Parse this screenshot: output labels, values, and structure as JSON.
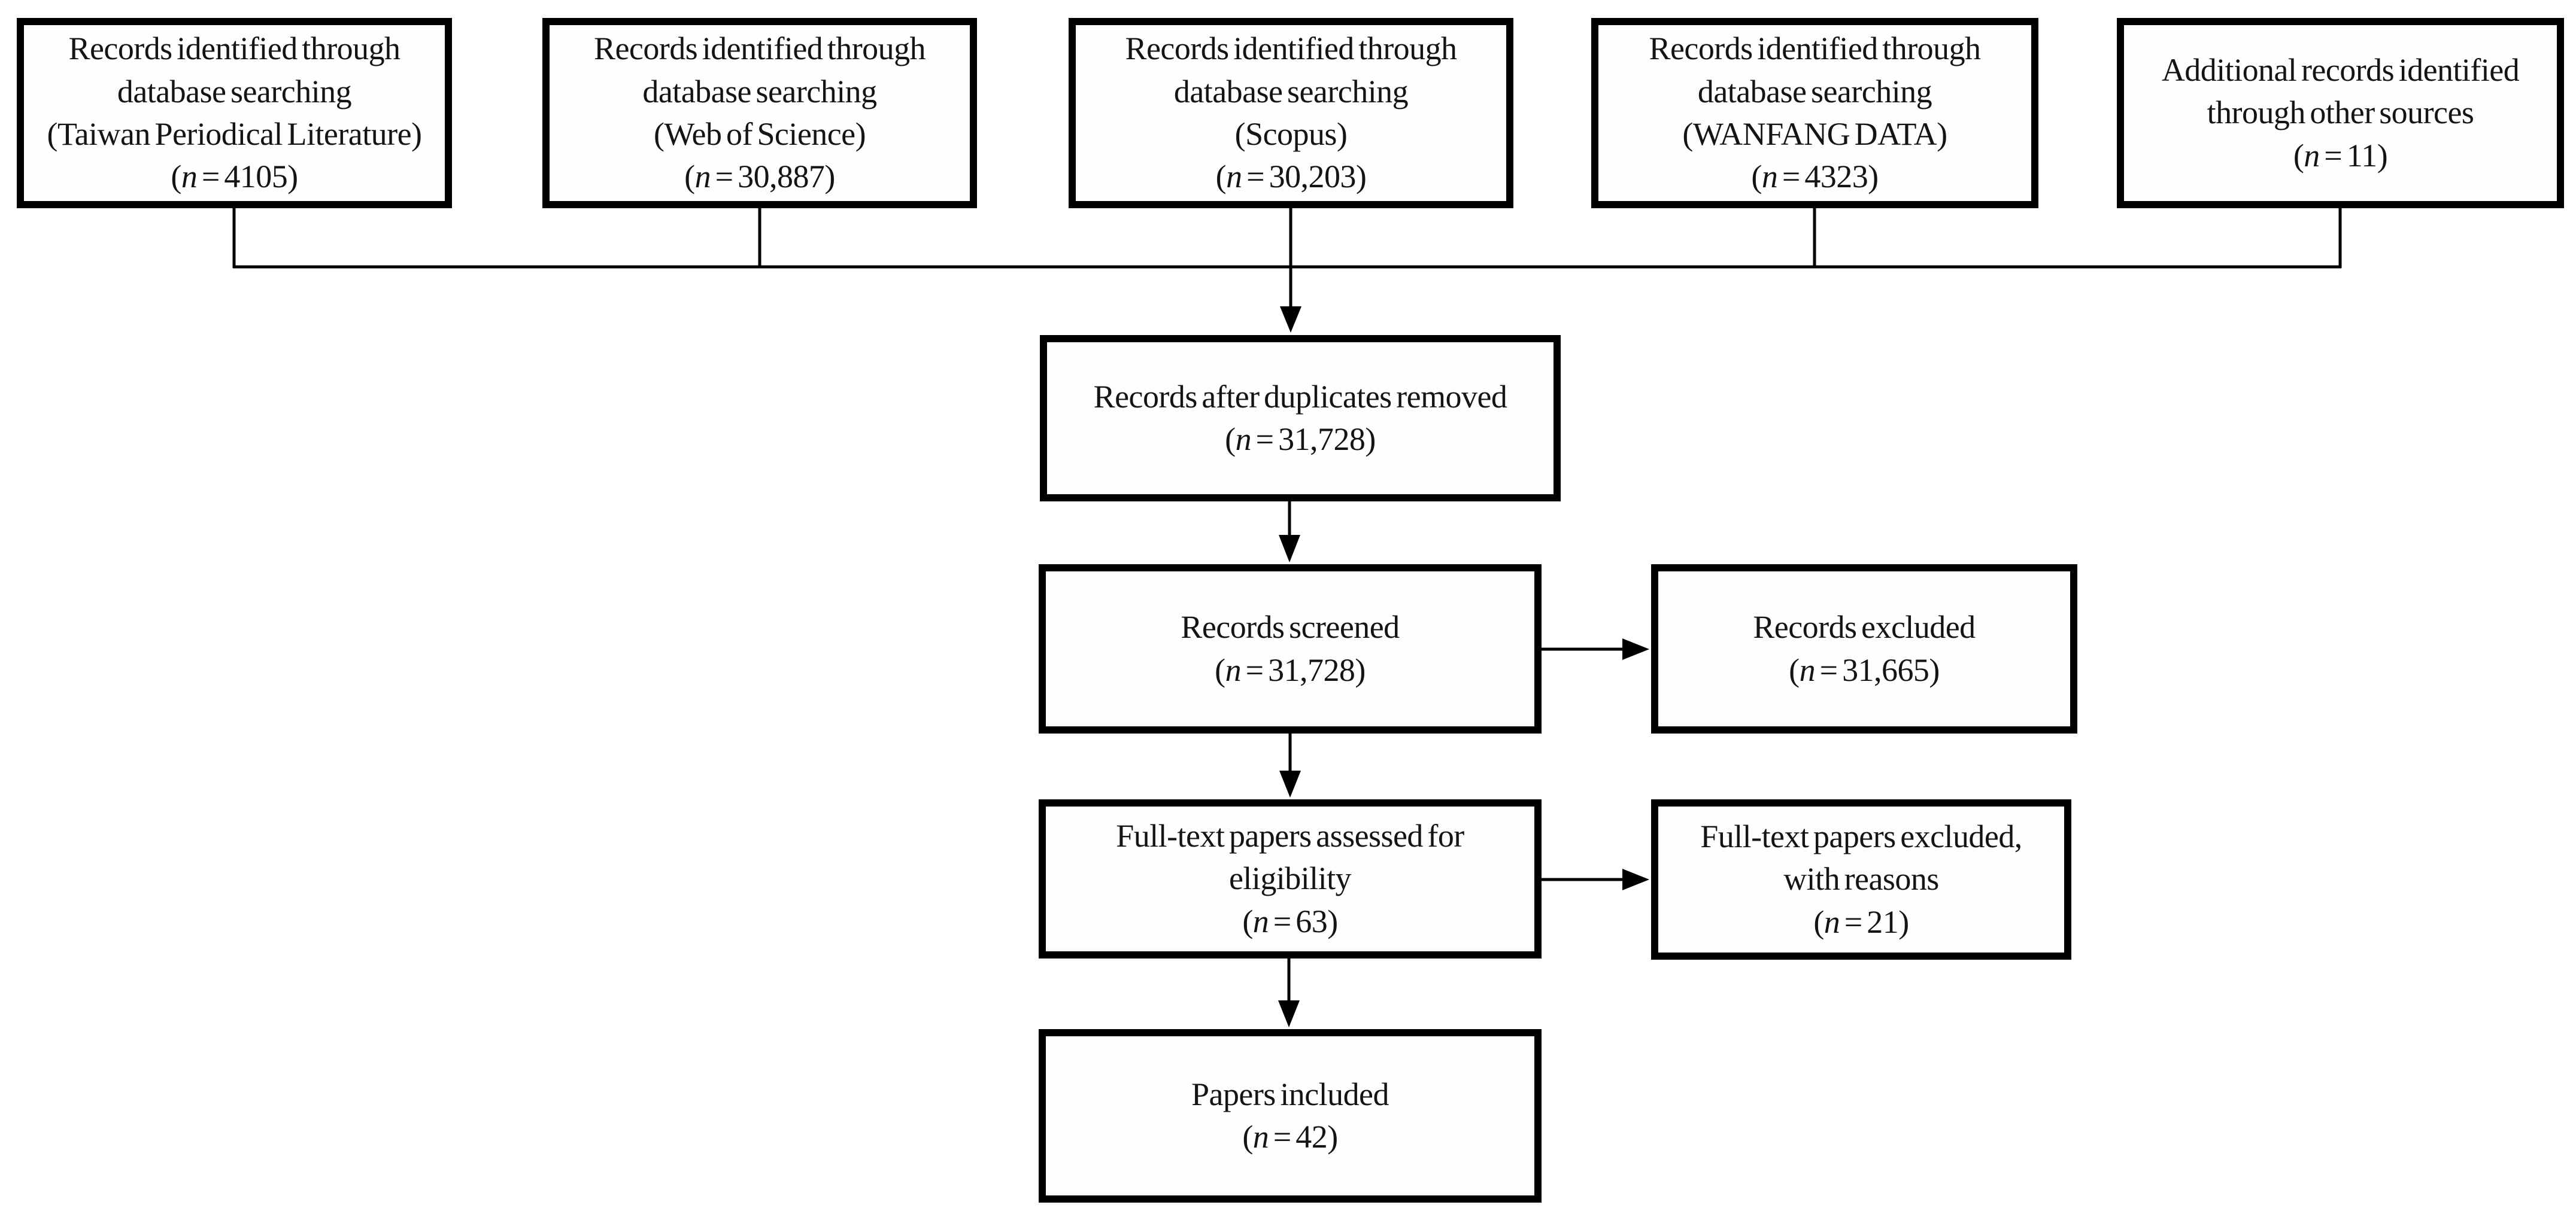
{
  "figure": {
    "type": "prisma-flow-diagram",
    "colors": {
      "background": "#ffffff",
      "box_border": "#000000",
      "connector": "#000000",
      "text": "#141414"
    }
  },
  "n_format": {
    "open": "(",
    "var": "n",
    "eq": " = ",
    "close": ")"
  },
  "boxes": {
    "source1": {
      "label": "Records identified through\ndatabase searching\n(Taiwan Periodical Literature)",
      "n": "4105"
    },
    "source2": {
      "label": "Records identified through\ndatabase searching\n(Web of Science)",
      "n": "30,887"
    },
    "source3": {
      "label": "Records identified through\ndatabase searching\n(Scopus)",
      "n": "30,203"
    },
    "source4": {
      "label": "Records identified through\ndatabase searching\n(WANFANG DATA)",
      "n": "4323"
    },
    "source5": {
      "label": "Additional records identified\nthrough other sources",
      "n": "11"
    },
    "dedup": {
      "label": "Records after duplicates removed",
      "n": "31,728"
    },
    "screened": {
      "label": "Records screened",
      "n": "31,728"
    },
    "screen_excluded": {
      "label": "Records excluded",
      "n": "31,665"
    },
    "fulltext": {
      "label": "Full-text papers assessed for\neligibility",
      "n": "63"
    },
    "fulltext_excluded": {
      "label": "Full-text papers excluded,\nwith reasons",
      "n": "21"
    },
    "included": {
      "label": "Papers included",
      "n": "42"
    }
  },
  "flow": [
    {
      "from": "source1",
      "to": "dedup"
    },
    {
      "from": "source2",
      "to": "dedup"
    },
    {
      "from": "source3",
      "to": "dedup"
    },
    {
      "from": "source4",
      "to": "dedup"
    },
    {
      "from": "source5",
      "to": "dedup"
    },
    {
      "from": "dedup",
      "to": "screened"
    },
    {
      "from": "screened",
      "to": "screen_excluded"
    },
    {
      "from": "screened",
      "to": "fulltext"
    },
    {
      "from": "fulltext",
      "to": "fulltext_excluded"
    },
    {
      "from": "fulltext",
      "to": "included"
    }
  ]
}
